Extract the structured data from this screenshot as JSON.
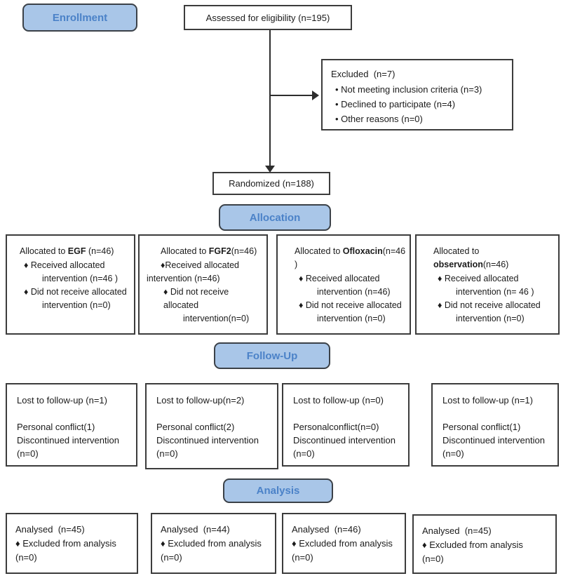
{
  "colors": {
    "stage_fill": "#a9c6e8",
    "stage_text": "#4b82c8",
    "stage_border": "#3b4148",
    "box_border": "#3c3c3c",
    "arrow": "#2d2d2d",
    "text": "#1b1b1b"
  },
  "stages": {
    "enrollment": "Enrollment",
    "allocation": "Allocation",
    "followup": "Follow-Up",
    "analysis": "Analysis"
  },
  "enrollment": {
    "assessed": "Assessed for eligibility (n=195)",
    "excluded_title": "Excluded  (n=7)",
    "excluded_items": [
      "• Not meeting inclusion criteria (n=3)",
      "• Declined to participate (n=4)",
      "• Other reasons (n=0)"
    ],
    "randomized": "Randomized (n=188)"
  },
  "allocation_boxes": [
    {
      "pre": "Allocated to ",
      "drug": "EGF",
      "post": " (n=46)",
      "lines": [
        "♦ Received allocated",
        "intervention (n=46 )",
        "♦ Did not receive allocated",
        "intervention (n=0)"
      ]
    },
    {
      "pre": "Allocated to ",
      "drug": "FGF2",
      "post": "(n=46)",
      "lines": [
        "♦Received allocated",
        "intervention (n=46)",
        "♦ Did not receive allocated",
        "intervention(n=0)"
      ]
    },
    {
      "pre": "Allocated to ",
      "drug": "Ofloxacin",
      "post": "(n=46 )",
      "lines": [
        "♦ Received allocated",
        "intervention (n=46)",
        "♦ Did not receive allocated",
        "intervention (n=0)"
      ]
    },
    {
      "pre": "Allocated to ",
      "drug": "observation",
      "post": "(n=46)",
      "lines": [
        "♦ Received allocated",
        "intervention (n= 46 )",
        "♦ Did not receive allocated",
        "intervention (n=0)"
      ]
    }
  ],
  "followup_boxes": [
    {
      "title": "Lost to follow-up (n=1)",
      "lines": [
        "Personal conflict(1)",
        "Discontinued intervention",
        "(n=0)"
      ]
    },
    {
      "title": "Lost to follow-up(n=2)",
      "lines": [
        "Personal conflict(2)",
        "Discontinued intervention",
        "(n=0)"
      ]
    },
    {
      "title": "Lost to follow-up (n=0)",
      "lines": [
        "Personalconflict(n=0)",
        "Discontinued intervention",
        "(n=0)"
      ]
    },
    {
      "title": "Lost to follow-up (n=1)",
      "lines": [
        "Personal conflict(1)",
        "Discontinued intervention",
        "(n=0)"
      ]
    }
  ],
  "analysis_boxes": [
    {
      "title": "Analysed  (n=45)",
      "lines": [
        "♦ Excluded from analysis",
        "(n=0)"
      ]
    },
    {
      "title": "Analysed  (n=44)",
      "lines": [
        "♦ Excluded from analysis",
        "(n=0)"
      ]
    },
    {
      "title": "Analysed  (n=46)",
      "lines": [
        "♦ Excluded from analysis",
        "(n=0)"
      ]
    },
    {
      "title": "Analysed  (n=45)",
      "lines": [
        "♦ Excluded from analysis",
        "(n=0)"
      ]
    }
  ]
}
